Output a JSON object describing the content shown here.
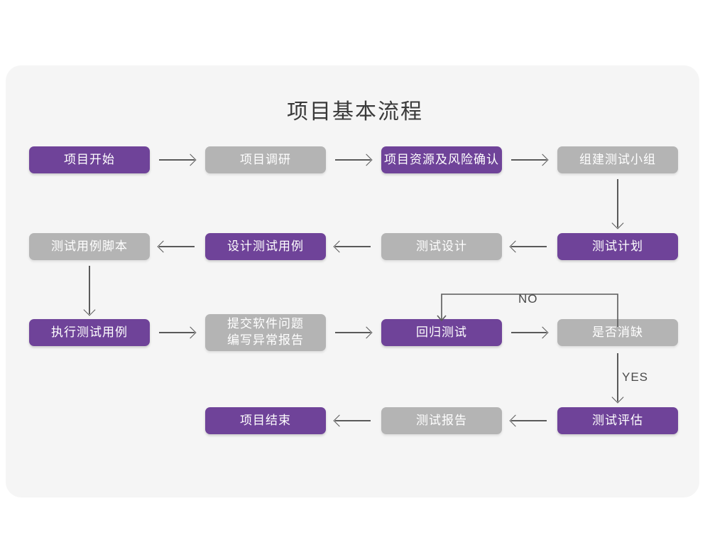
{
  "header": {
    "title": "项目基本流程"
  },
  "colors": {
    "purple": "#6f4399",
    "gray": "#b4b4b4",
    "card_bg": "#f5f5f5",
    "page_bg": "#ffffff",
    "line": "#5a5a5a",
    "title_text": "#3a3a3a",
    "node_text": "#ffffff"
  },
  "flowchart": {
    "type": "flowchart",
    "rows": [
      {
        "index": 1,
        "direction": "left-to-right",
        "nodes": [
          {
            "id": "n1",
            "label": "项目开始",
            "style": "purple"
          },
          {
            "id": "n2",
            "label": "项目调研",
            "style": "gray"
          },
          {
            "id": "n3",
            "label": "项目资源及风险确认",
            "style": "purple"
          },
          {
            "id": "n4",
            "label": "组建测试小组",
            "style": "gray"
          }
        ]
      },
      {
        "index": 2,
        "direction": "right-to-left",
        "nodes": [
          {
            "id": "n5",
            "label": "测试用例脚本",
            "style": "gray"
          },
          {
            "id": "n6",
            "label": "设计测试用例",
            "style": "purple"
          },
          {
            "id": "n7",
            "label": "测试设计",
            "style": "gray"
          },
          {
            "id": "n8",
            "label": "测试计划",
            "style": "purple"
          }
        ]
      },
      {
        "index": 3,
        "direction": "left-to-right",
        "nodes": [
          {
            "id": "n9",
            "label": "执行测试用例",
            "style": "purple"
          },
          {
            "id": "n10",
            "label": "提交软件问题\n编写异常报告",
            "style": "gray"
          },
          {
            "id": "n11",
            "label": "回归测试",
            "style": "purple"
          },
          {
            "id": "n12",
            "label": "是否消缺",
            "style": "gray"
          }
        ]
      },
      {
        "index": 4,
        "direction": "right-to-left",
        "nodes": [
          {
            "id": "n13",
            "label": "项目结束",
            "style": "purple"
          },
          {
            "id": "n14",
            "label": "测试报告",
            "style": "gray"
          },
          {
            "id": "n15",
            "label": "测试评估",
            "style": "purple"
          }
        ]
      }
    ],
    "edge_labels": {
      "no": "NO",
      "yes": "YES"
    },
    "connections": [
      {
        "from": "项目开始",
        "to": "项目调研",
        "type": "arrow-right"
      },
      {
        "from": "项目调研",
        "to": "项目资源及风险确认",
        "type": "arrow-right"
      },
      {
        "from": "项目资源及风险确认",
        "to": "组建测试小组",
        "type": "arrow-right"
      },
      {
        "from": "组建测试小组",
        "to": "测试计划",
        "type": "arrow-down"
      },
      {
        "from": "测试计划",
        "to": "测试设计",
        "type": "arrow-left"
      },
      {
        "from": "测试设计",
        "to": "设计测试用例",
        "type": "arrow-left"
      },
      {
        "from": "设计测试用例",
        "to": "测试用例脚本",
        "type": "arrow-left"
      },
      {
        "from": "测试用例脚本",
        "to": "执行测试用例",
        "type": "arrow-down"
      },
      {
        "from": "执行测试用例",
        "to": "提交软件问题编写异常报告",
        "type": "arrow-right"
      },
      {
        "from": "提交软件问题编写异常报告",
        "to": "回归测试",
        "type": "arrow-right"
      },
      {
        "from": "回归测试",
        "to": "是否消缺",
        "type": "arrow-right"
      },
      {
        "from": "是否消缺",
        "to": "回归测试",
        "type": "loop-up-left-down",
        "label": "NO"
      },
      {
        "from": "是否消缺",
        "to": "测试评估",
        "type": "arrow-down",
        "label": "YES"
      },
      {
        "from": "测试评估",
        "to": "测试报告",
        "type": "arrow-left"
      },
      {
        "from": "测试报告",
        "to": "项目结束",
        "type": "arrow-left"
      }
    ]
  }
}
